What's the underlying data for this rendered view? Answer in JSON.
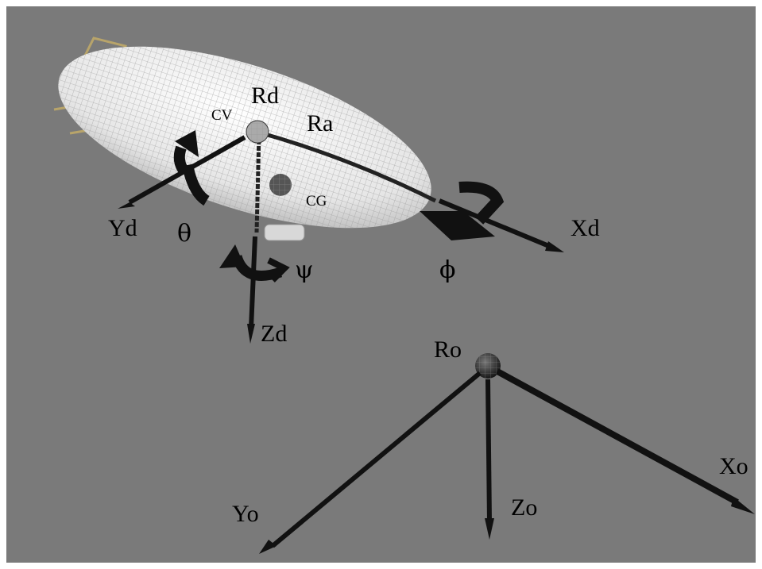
{
  "diagram": {
    "labels": {
      "cv": "CV",
      "rd": "Rd",
      "ra": "Ra",
      "cg": "CG",
      "yd": "Yd",
      "theta": "θ",
      "psi": "ψ",
      "zd": "Zd",
      "xd": "Xd",
      "phi": "ϕ",
      "ro": "Ro",
      "yo": "Yo",
      "zo": "Zo",
      "xo": "Xo"
    },
    "colors": {
      "background": "#7a7a7a",
      "envelope": "#e8e8e8",
      "axis": "#111111",
      "frame_structure": "#b8a46a"
    }
  }
}
